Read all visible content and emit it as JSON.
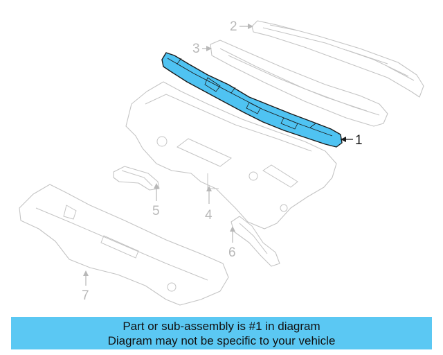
{
  "diagram": {
    "callouts": [
      {
        "id": "1",
        "label": "1"
      },
      {
        "id": "2",
        "label": "2"
      },
      {
        "id": "3",
        "label": "3"
      },
      {
        "id": "4",
        "label": "4"
      },
      {
        "id": "5",
        "label": "5"
      },
      {
        "id": "6",
        "label": "6"
      },
      {
        "id": "7",
        "label": "7"
      }
    ],
    "highlight_color": "#4fc3f2",
    "ghost_color": "#c4c4c4"
  },
  "caption": {
    "line1": "Part or sub-assembly is #1 in diagram",
    "line2": "Diagram may not be specific to your vehicle",
    "background": "#5bc8f3"
  }
}
